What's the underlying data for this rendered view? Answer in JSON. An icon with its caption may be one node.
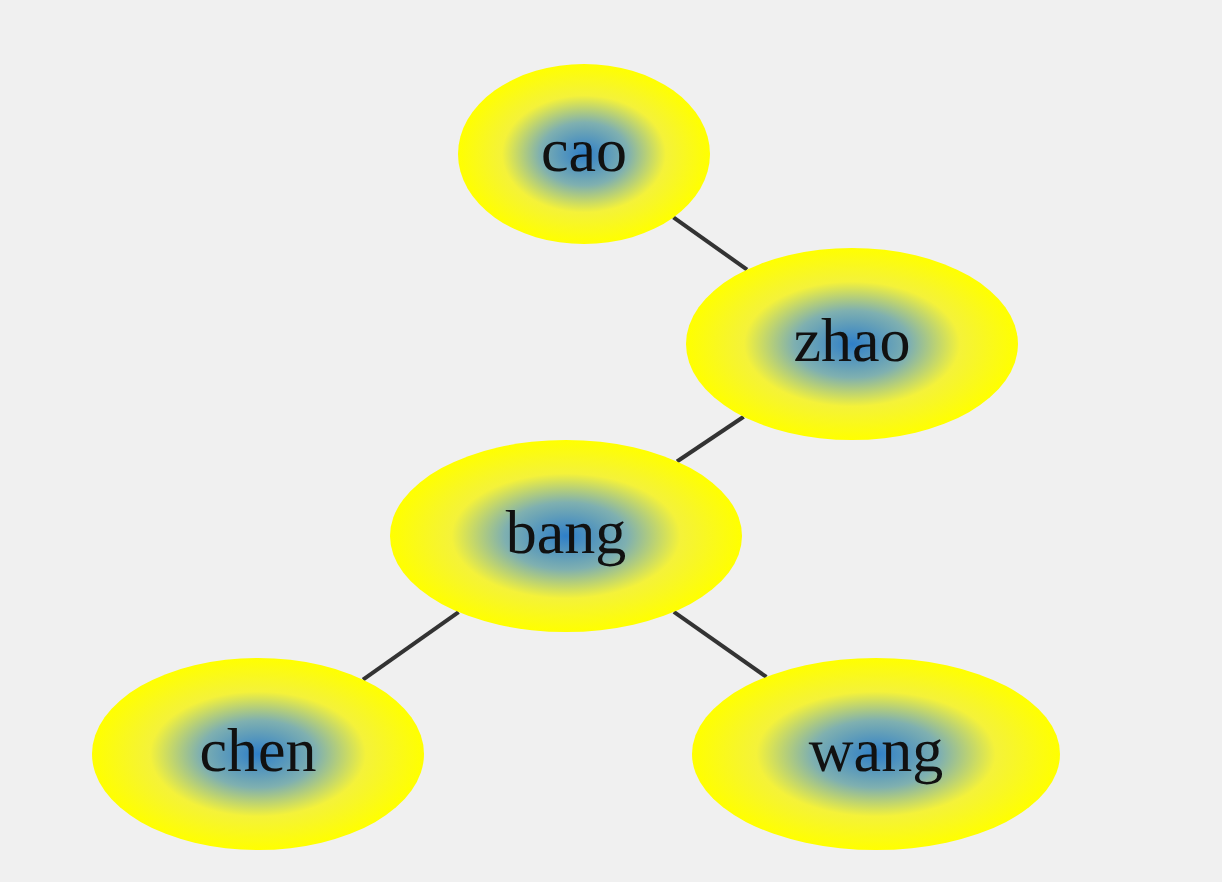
{
  "diagram": {
    "nodes": [
      {
        "text": [
          "cao"
        ]
      },
      {
        "text": [
          "zhao"
        ]
      },
      {
        "text": [
          "bang"
        ]
      },
      {
        "text": [
          "chen"
        ]
      },
      {
        "text": [
          "wang"
        ]
      }
    ],
    "edges": [
      {
        "from": 0,
        "to": 1,
        "arrow": "none"
      },
      {
        "from": 1,
        "to": 2,
        "arrow": "none"
      },
      {
        "from": 2,
        "to": 3,
        "arrow": "none"
      },
      {
        "from": 2,
        "to": 4,
        "arrow": "none"
      }
    ]
  }
}
